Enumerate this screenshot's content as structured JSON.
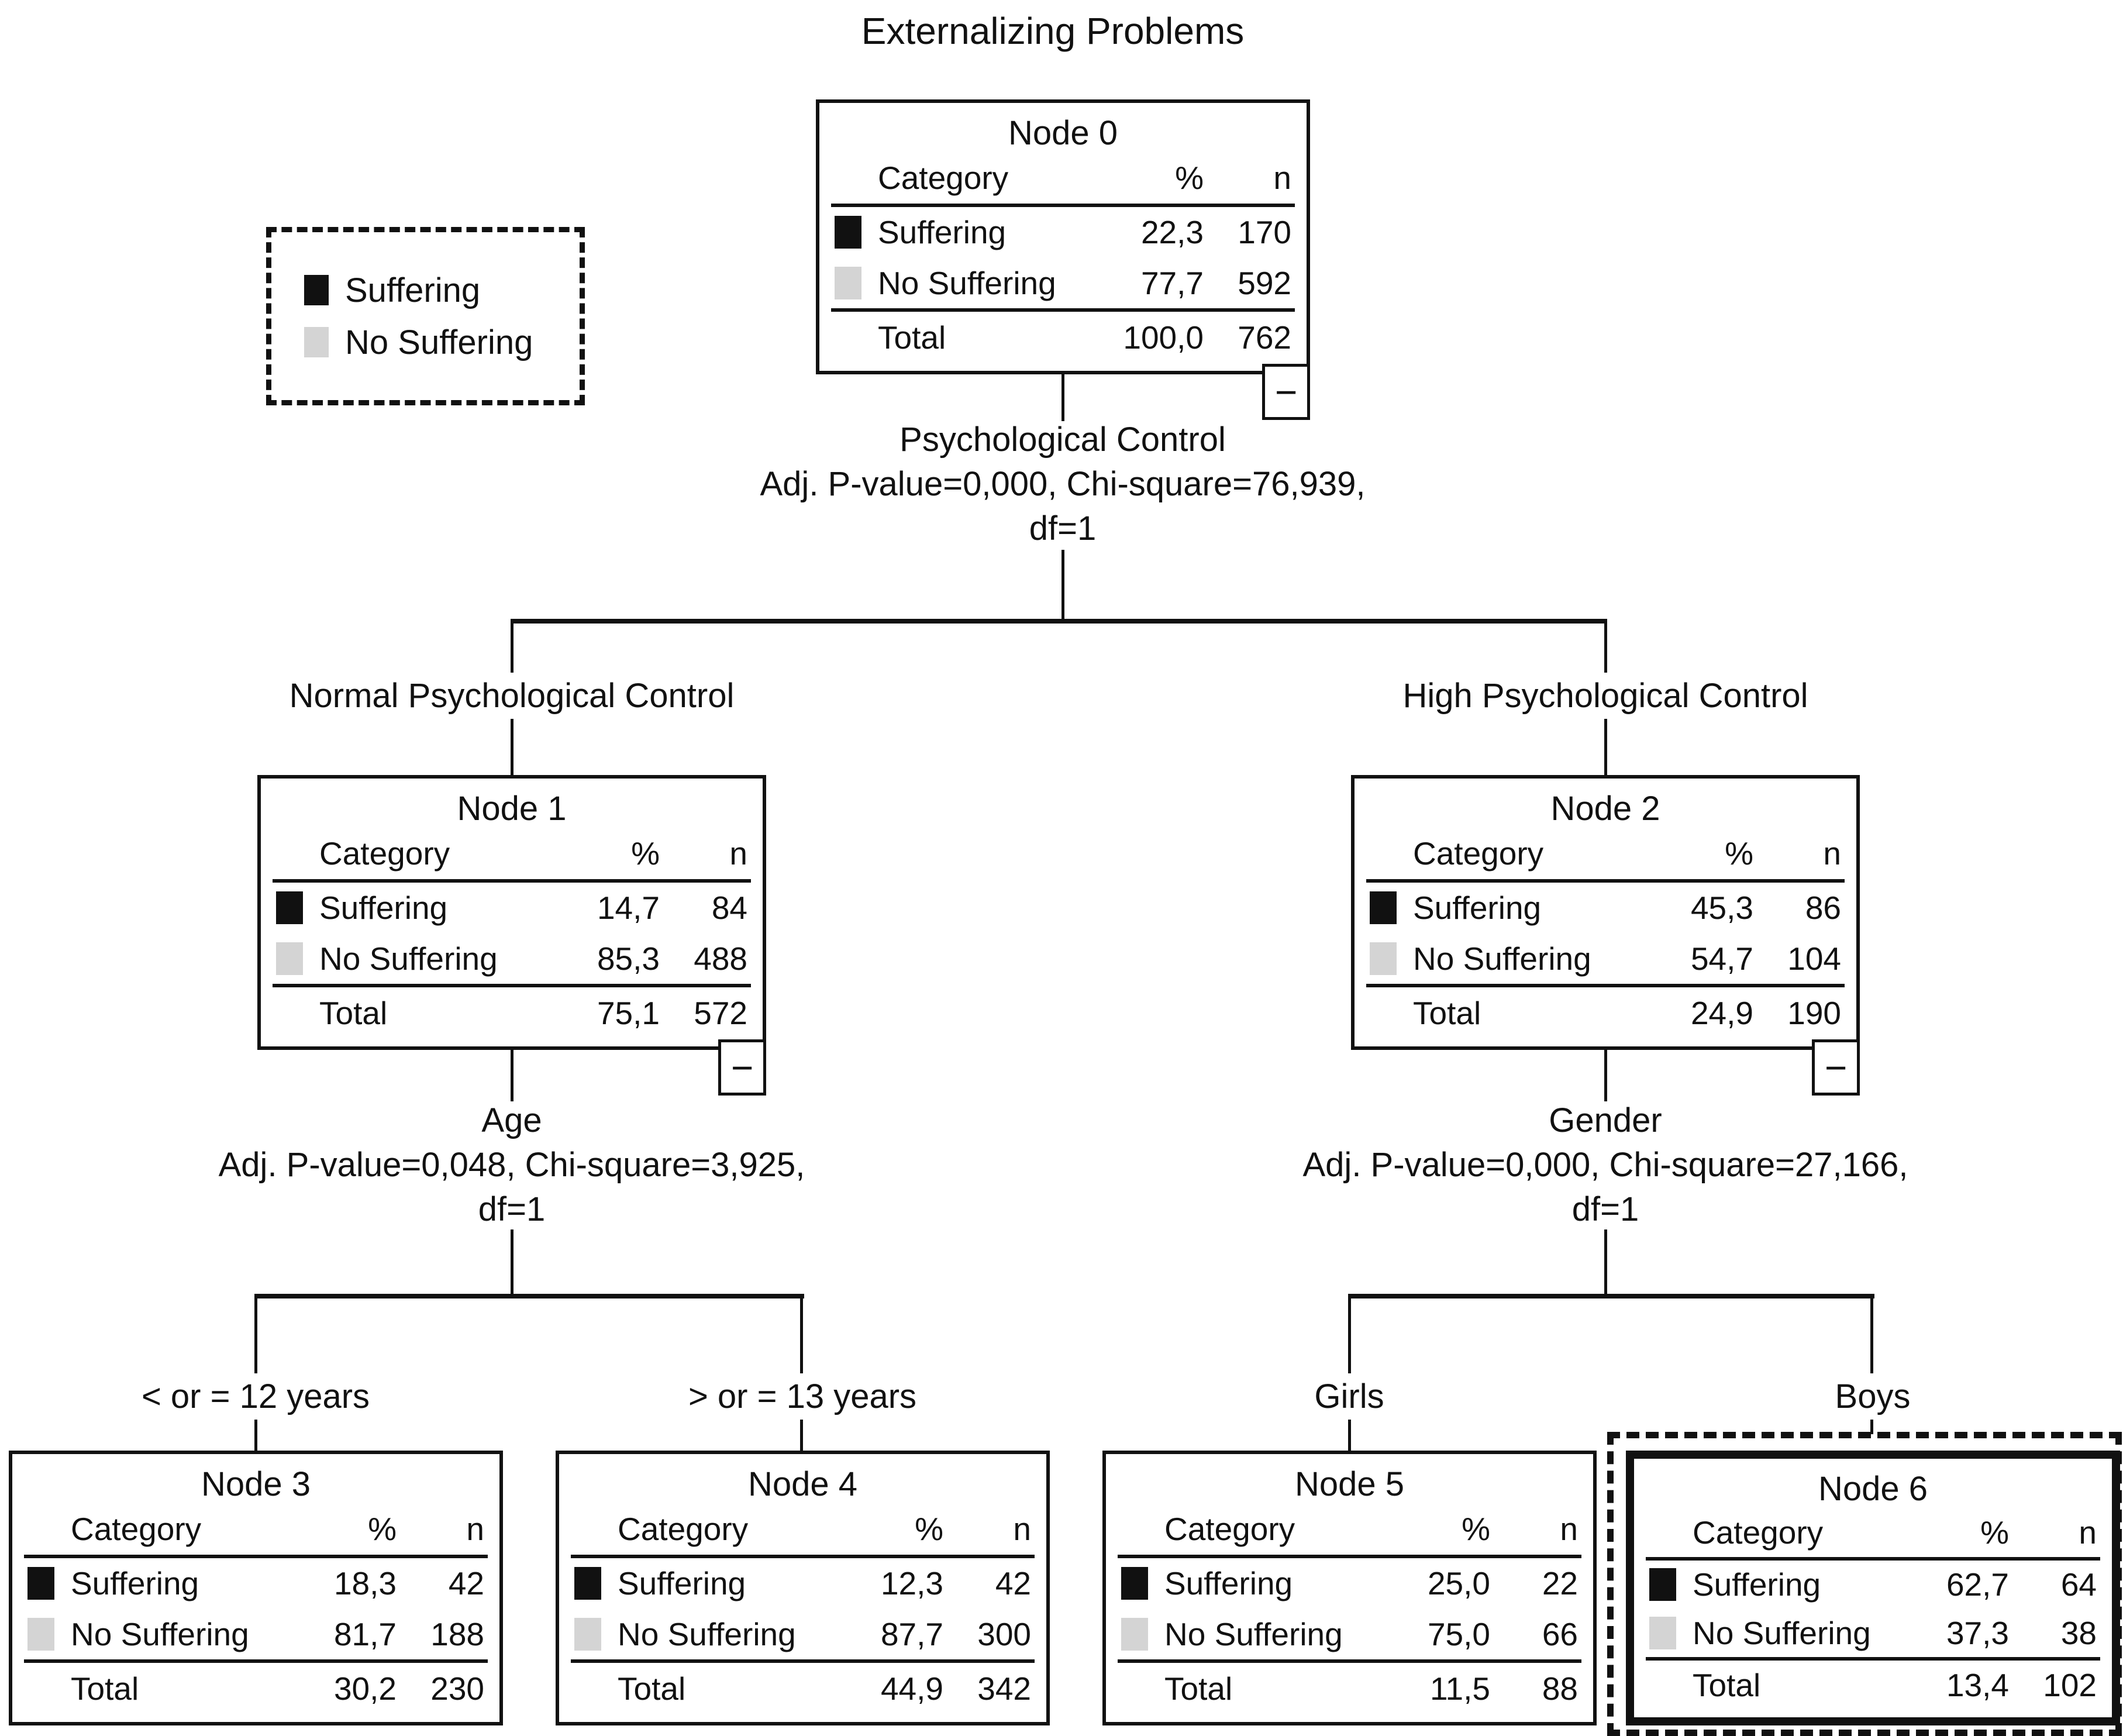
{
  "title": "Externalizing Problems",
  "legend": {
    "items": [
      {
        "label": "Suffering",
        "color": "#111111"
      },
      {
        "label": "No Suffering",
        "color": "#d4d4d4"
      }
    ]
  },
  "headers": {
    "category": "Category",
    "percent": "%",
    "n": "n"
  },
  "ui": {
    "collapse_glyph": "−"
  },
  "splits": {
    "root": {
      "variable": "Psychological Control",
      "stats": "Adj. P-value=0,000, Chi-square=76,939,",
      "df": "df=1"
    },
    "left": {
      "variable": "Age",
      "stats": "Adj. P-value=0,048, Chi-square=3,925,",
      "df": "df=1"
    },
    "right": {
      "variable": "Gender",
      "stats": "Adj. P-value=0,000, Chi-square=27,166,",
      "df": "df=1"
    }
  },
  "branches": {
    "normal": "Normal Psychological Control",
    "high": "High Psychological Control",
    "age_le12": "< or = 12 years",
    "age_ge13": "> or = 13 years",
    "girls": "Girls",
    "boys": "Boys"
  },
  "nodes": [
    {
      "title": "Node 0",
      "rows": [
        {
          "label": "Suffering",
          "percent": "22,3",
          "n": "170"
        },
        {
          "label": "No Suffering",
          "percent": "77,7",
          "n": "592"
        }
      ],
      "total": {
        "label": "Total",
        "percent": "100,0",
        "n": "762"
      }
    },
    {
      "title": "Node 1",
      "rows": [
        {
          "label": "Suffering",
          "percent": "14,7",
          "n": "84"
        },
        {
          "label": "No Suffering",
          "percent": "85,3",
          "n": "488"
        }
      ],
      "total": {
        "label": "Total",
        "percent": "75,1",
        "n": "572"
      }
    },
    {
      "title": "Node 2",
      "rows": [
        {
          "label": "Suffering",
          "percent": "45,3",
          "n": "86"
        },
        {
          "label": "No Suffering",
          "percent": "54,7",
          "n": "104"
        }
      ],
      "total": {
        "label": "Total",
        "percent": "24,9",
        "n": "190"
      }
    },
    {
      "title": "Node 3",
      "rows": [
        {
          "label": "Suffering",
          "percent": "18,3",
          "n": "42"
        },
        {
          "label": "No Suffering",
          "percent": "81,7",
          "n": "188"
        }
      ],
      "total": {
        "label": "Total",
        "percent": "30,2",
        "n": "230"
      }
    },
    {
      "title": "Node 4",
      "rows": [
        {
          "label": "Suffering",
          "percent": "12,3",
          "n": "42"
        },
        {
          "label": "No Suffering",
          "percent": "87,7",
          "n": "300"
        }
      ],
      "total": {
        "label": "Total",
        "percent": "44,9",
        "n": "342"
      }
    },
    {
      "title": "Node 5",
      "rows": [
        {
          "label": "Suffering",
          "percent": "25,0",
          "n": "22"
        },
        {
          "label": "No Suffering",
          "percent": "75,0",
          "n": "66"
        }
      ],
      "total": {
        "label": "Total",
        "percent": "11,5",
        "n": "88"
      }
    },
    {
      "title": "Node 6",
      "rows": [
        {
          "label": "Suffering",
          "percent": "62,7",
          "n": "64"
        },
        {
          "label": "No Suffering",
          "percent": "37,3",
          "n": "38"
        }
      ],
      "total": {
        "label": "Total",
        "percent": "13,4",
        "n": "102"
      }
    }
  ]
}
